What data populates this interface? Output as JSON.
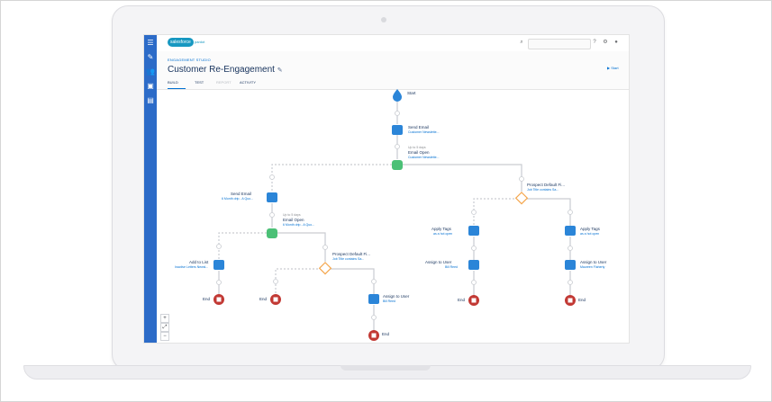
{
  "app": {
    "logo_text": "salesforce",
    "logo_sub": "pardot"
  },
  "sidebar": {
    "icons": [
      "menu-icon",
      "pencil-icon",
      "users-icon",
      "image-icon",
      "briefcase-icon"
    ]
  },
  "topbar": {
    "search_placeholder": "",
    "help_icon": "?",
    "settings_icon": "⚙",
    "user_icon": "●"
  },
  "header": {
    "breadcrumb": "ENGAGEMENT STUDIO",
    "title": "Customer Re-Engagement",
    "start_label": "Start"
  },
  "tabs": [
    {
      "label": "BUILD",
      "active": true
    },
    {
      "label": "TEST",
      "active": false
    },
    {
      "label": "REPORT",
      "active": false,
      "disabled": true
    },
    {
      "label": "ACTIVITY",
      "active": false
    }
  ],
  "flow": {
    "start": "Start",
    "send_email_1": {
      "label": "Send Email",
      "sub": "Customer Newslette..."
    },
    "email_open_1": {
      "pre": "Up to 5 days",
      "label": "Email Open",
      "sub": "Customer Newslette..."
    },
    "send_email_2": {
      "label": "Send Email",
      "sub": "6 Month drip - A Quo..."
    },
    "email_open_2": {
      "pre": "Up to 5 days",
      "label": "Email Open",
      "sub": "6 Month drip - A Quo..."
    },
    "prospect_1": {
      "label": "Prospect Default Fi...",
      "sub": "Job Title contains Sa..."
    },
    "prospect_2": {
      "label": "Prospect Default Fi...",
      "sub": "Job Title contains Sa..."
    },
    "add_to_list": {
      "label": "Add to List",
      "sub": "Inactive Letters Newsl..."
    },
    "assign_user_1": {
      "label": "Assign to User",
      "sub": "Bill Reed"
    },
    "assign_user_2": {
      "label": "Assign to User",
      "sub": "Bill Reed"
    },
    "assign_user_3": {
      "label": "Assign to User",
      "sub": "Maureen Flaherty"
    },
    "apply_tags_1": {
      "label": "Apply Tags",
      "sub": "as a hot open"
    },
    "apply_tags_2": {
      "label": "Apply Tags",
      "sub": "as a hot open"
    },
    "end_label": "End"
  },
  "zoom": {
    "in": "+",
    "fit": "⤢",
    "out": "−"
  },
  "colors": {
    "sidebar": "#2c6bc8",
    "node_blue": "#2b85d8",
    "node_green": "#4bc076",
    "node_end": "#c23934",
    "rule_orange": "#f4a64d",
    "connector": "#c9ccd1"
  }
}
